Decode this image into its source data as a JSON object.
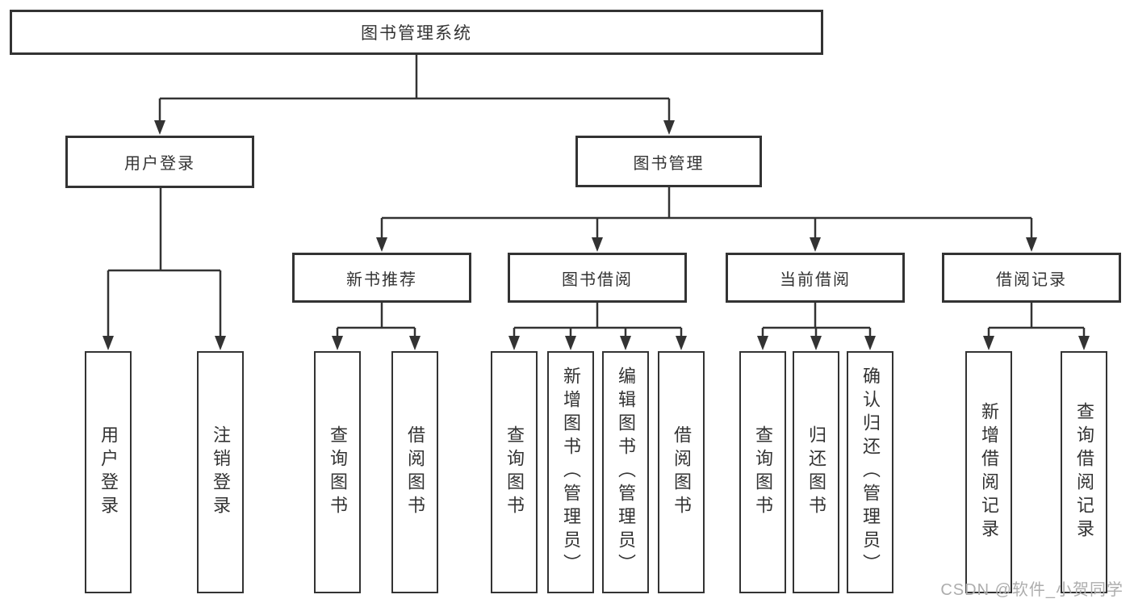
{
  "diagram": {
    "root": {
      "label": "图书管理系统"
    },
    "level2": [
      {
        "label": "用户登录"
      },
      {
        "label": "图书管理"
      }
    ],
    "level3": [
      {
        "label": "新书推荐"
      },
      {
        "label": "图书借阅"
      },
      {
        "label": "当前借阅"
      },
      {
        "label": "借阅记录"
      }
    ],
    "leaves": {
      "user_login": [
        "用户登录",
        "注销登录"
      ],
      "new_book_recommend": [
        "查询图书",
        "借阅图书"
      ],
      "book_borrowing": [
        "查询图书",
        "新增图书（管理员）",
        "编辑图书（管理员）",
        "借阅图书"
      ],
      "current_borrowing": [
        "查询图书",
        "归还图书",
        "确认归还（管理员）"
      ],
      "borrowing_records": [
        "新增借阅记录",
        "查询借阅记录"
      ]
    },
    "colors": {
      "line": "#333333",
      "text": "#333333",
      "box_background": "#ffffff"
    }
  },
  "watermark": {
    "text": "CSDN @软件_小贺同学",
    "color": "#adadad"
  }
}
